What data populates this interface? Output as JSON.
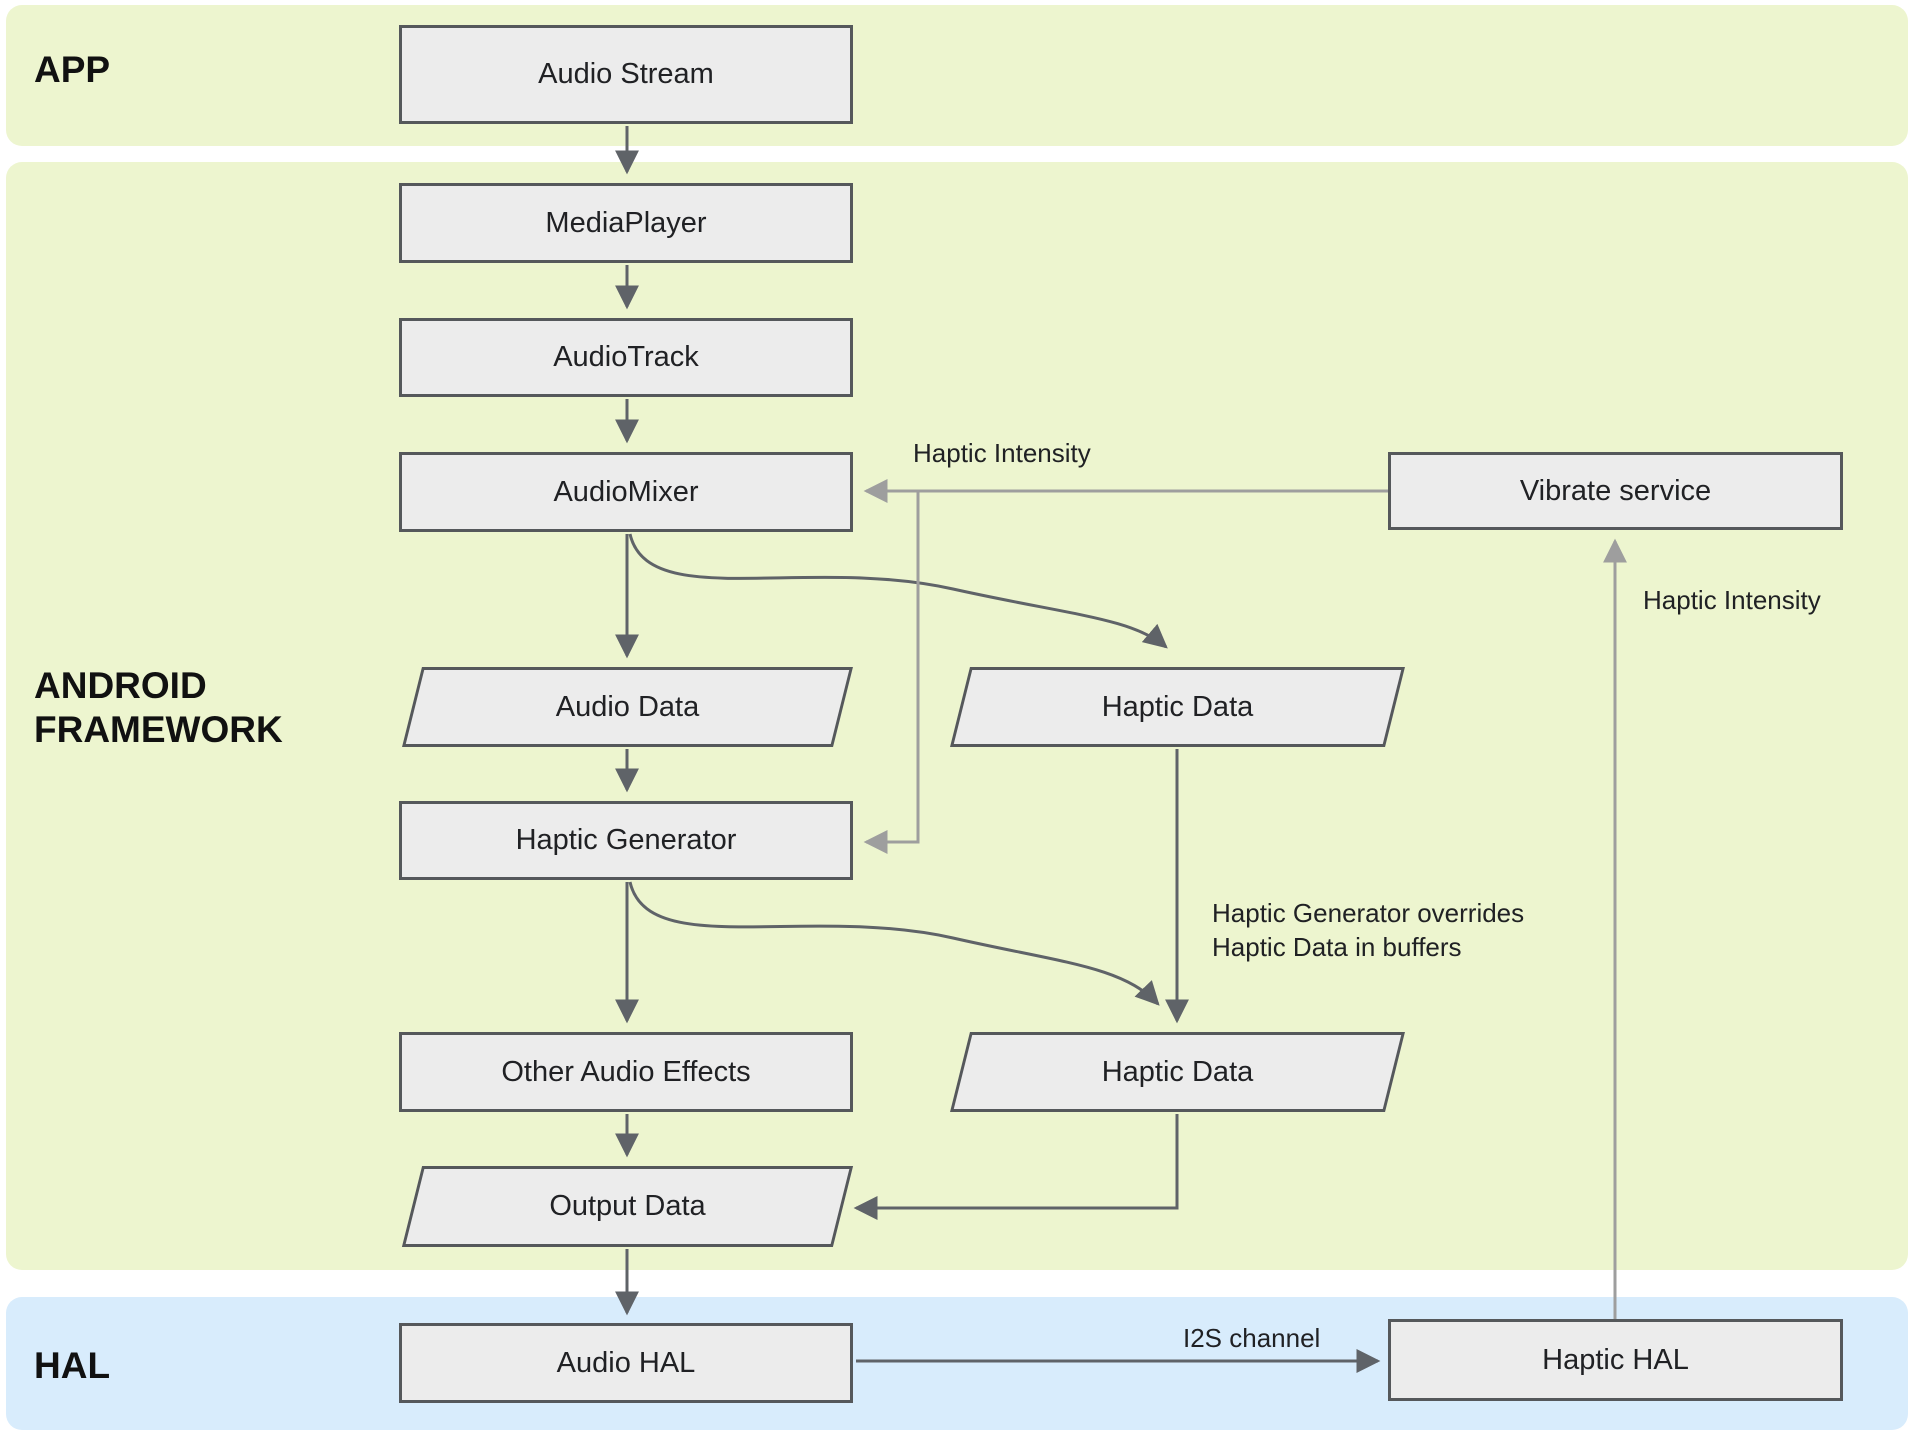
{
  "bands": {
    "app": {
      "label": "APP"
    },
    "framework": {
      "label_line1": "ANDROID",
      "label_line2": "FRAMEWORK"
    },
    "hal": {
      "label": "HAL"
    }
  },
  "nodes": {
    "audio_stream": {
      "label": "Audio Stream",
      "shape": "rect"
    },
    "media_player": {
      "label": "MediaPlayer",
      "shape": "rect"
    },
    "audio_track": {
      "label": "AudioTrack",
      "shape": "rect"
    },
    "audio_mixer": {
      "label": "AudioMixer",
      "shape": "rect"
    },
    "audio_data": {
      "label": "Audio Data",
      "shape": "parallelogram"
    },
    "haptic_data_top": {
      "label": "Haptic Data",
      "shape": "parallelogram"
    },
    "haptic_generator": {
      "label": "Haptic Generator",
      "shape": "rect"
    },
    "other_audio_effects": {
      "label": "Other Audio Effects",
      "shape": "rect"
    },
    "haptic_data_bottom": {
      "label": "Haptic Data",
      "shape": "parallelogram"
    },
    "output_data": {
      "label": "Output Data",
      "shape": "parallelogram"
    },
    "vibrate_service": {
      "label": "Vibrate service",
      "shape": "rect"
    },
    "audio_hal": {
      "label": "Audio HAL",
      "shape": "rect"
    },
    "haptic_hal": {
      "label": "Haptic HAL",
      "shape": "rect"
    }
  },
  "annotations": {
    "haptic_intensity_to_mixer": "Haptic Intensity",
    "haptic_intensity_to_vibrate": "Haptic Intensity",
    "override_note_line1": "Haptic Generator overrides",
    "override_note_line2": "Haptic Data in buffers",
    "i2s_channel": "I2S channel"
  },
  "colors": {
    "band_green": "#edf5cf",
    "band_blue": "#d8ecfc",
    "node_fill": "#ececec",
    "node_border": "#55585b",
    "connector_dark": "#5f6368",
    "connector_gray": "#9e9e9e",
    "text": "#202124"
  }
}
